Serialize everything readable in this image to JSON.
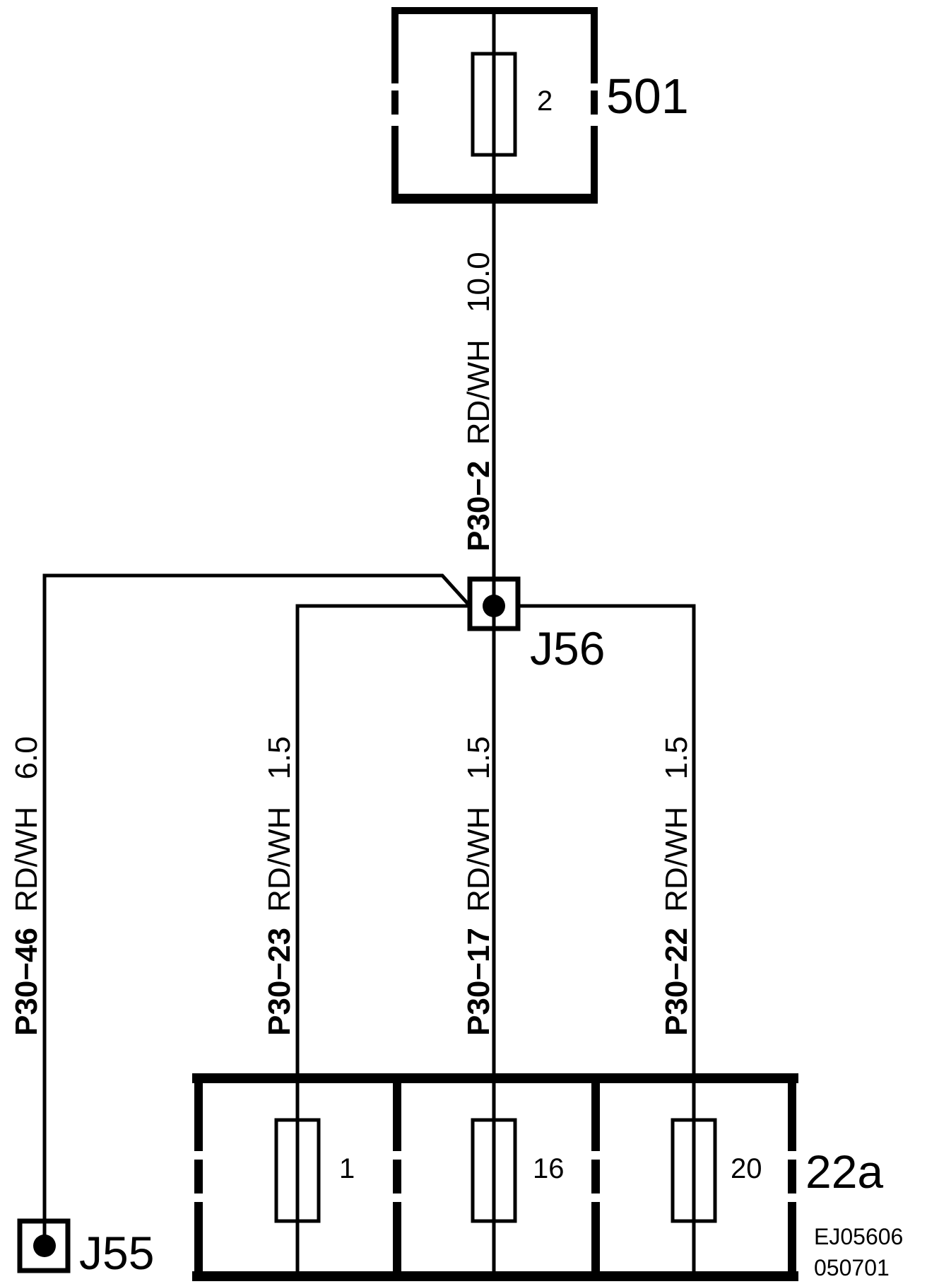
{
  "fuse_box_top": {
    "id": "501",
    "fuse_number": "2"
  },
  "fuse_box_bottom": {
    "id": "22a",
    "fuses": [
      "1",
      "16",
      "20"
    ]
  },
  "junctions": {
    "upper": "J56",
    "left": "J55"
  },
  "wires": {
    "main": {
      "code": "P30−2",
      "color": "RD/WH",
      "size": "10.0"
    },
    "left": {
      "code": "P30−46",
      "color": "RD/WH",
      "size": "6.0"
    },
    "branch1": {
      "code": "P30−23",
      "color": "RD/WH",
      "size": "1.5"
    },
    "branch2": {
      "code": "P30−17",
      "color": "RD/WH",
      "size": "1.5"
    },
    "branch3": {
      "code": "P30−22",
      "color": "RD/WH",
      "size": "1.5"
    }
  },
  "reference": {
    "code": "EJ05606",
    "date": "050701"
  }
}
